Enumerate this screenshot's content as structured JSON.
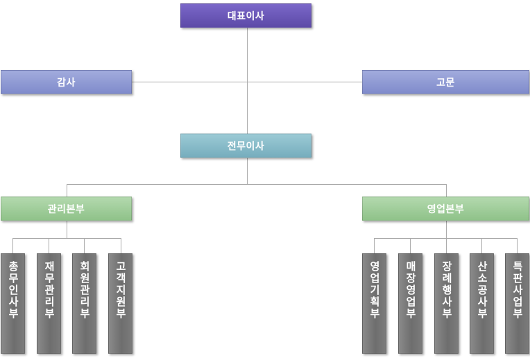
{
  "org": {
    "ceo": "대표이사",
    "audit": "감사",
    "advisor": "고문",
    "executive": "전무이사",
    "management_hq": "관리본부",
    "sales_hq": "영업본부",
    "management_depts": [
      "총무인사부",
      "재무관리부",
      "회원관리부",
      "고객지원부"
    ],
    "sales_depts": [
      "영업기획부",
      "매장영업부",
      "장례행사부",
      "산소공사부",
      "특판사업부"
    ]
  },
  "colors": {
    "ceo": "#6a57b8",
    "audit_advisor": "#8f9ad3",
    "executive": "#87bbc9",
    "hq": "#a0cd9a",
    "department": "#777777",
    "connector": "#a9a9a9"
  }
}
